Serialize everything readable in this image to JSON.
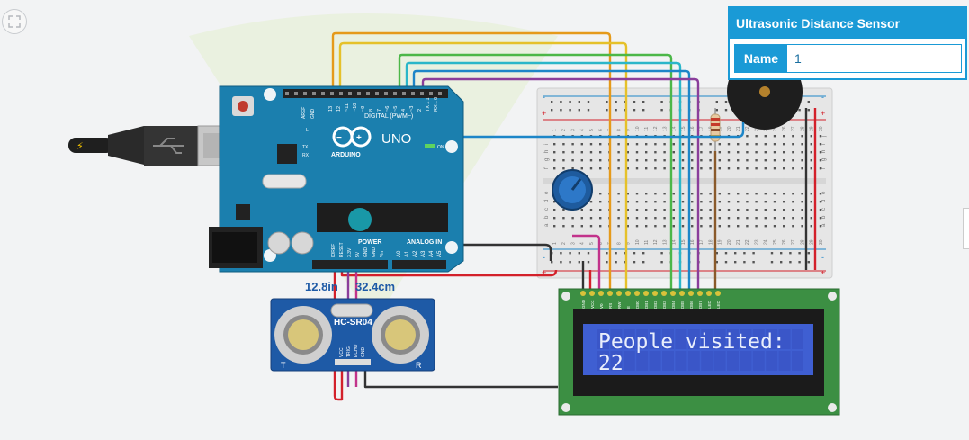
{
  "app": {
    "title": "Tinkercad Circuits"
  },
  "inspector": {
    "title": "Ultrasonic Distance Sensor",
    "name_label": "Name",
    "name_value": "1"
  },
  "arduino": {
    "brand": "ARDUINO",
    "model": "UNO",
    "digital_label": "DIGITAL (PWM~)",
    "analog_label": "ANALOG IN",
    "power_label": "POWER",
    "on_label": "ON",
    "aref_label": "AREF",
    "gnd_label": "GND",
    "l_label": "L",
    "tx_label": "TX",
    "rx_label": "RX",
    "digital_pins": [
      "13",
      "12",
      "~11",
      "~10",
      "~9",
      "8",
      "7",
      "~6",
      "~5",
      "4",
      "~3",
      "2",
      "TX→1",
      "RX←0"
    ],
    "power_pins": [
      "IOREF",
      "RESET",
      "3.3V",
      "5V",
      "GND",
      "GND",
      "Vin"
    ],
    "analog_pins": [
      "A0",
      "A1",
      "A2",
      "A3",
      "A4",
      "A5"
    ]
  },
  "sensor": {
    "model": "HC-SR04",
    "reading_in": "12.8in",
    "reading_cm": "32.4cm",
    "t_label": "T",
    "r_label": "R",
    "pin_labels": [
      "VCC",
      "TRIG",
      "ECHO",
      "GND"
    ]
  },
  "lcd": {
    "line1": "People visited:",
    "line2": "22",
    "pin_labels": [
      "GND",
      "VCC",
      "V0",
      "RS",
      "RW",
      "E",
      "DB0",
      "DB1",
      "DB2",
      "DB3",
      "DB4",
      "DB5",
      "DB6",
      "DB7",
      "LED",
      "LED"
    ]
  },
  "breadboard": {
    "col_numbers": [
      "1",
      "2",
      "3",
      "4",
      "5",
      "6",
      "7",
      "8",
      "9",
      "10",
      "11",
      "12",
      "13",
      "14",
      "15",
      "16",
      "17",
      "18",
      "19",
      "20",
      "21",
      "22",
      "23",
      "24",
      "25",
      "26",
      "27",
      "28",
      "29",
      "30"
    ],
    "row_letters_top": [
      "j",
      "i",
      "h",
      "g",
      "f"
    ],
    "row_letters_bottom": [
      "e",
      "d",
      "c",
      "b",
      "a"
    ]
  },
  "colors": {
    "arduino_blue": "#1b7fae",
    "panel_blue": "#1a9ad6",
    "lcd_green": "#3c8f43",
    "lcd_screen": "#3f5fd2",
    "wire_red": "#d3202a",
    "wire_orange": "#e59a1b",
    "wire_yellow": "#e5c12a",
    "wire_green": "#4cb748",
    "wire_cyan": "#2bb6c9",
    "wire_blue": "#1d86c8",
    "wire_purple": "#8a3e9b",
    "wire_magenta": "#c2338b",
    "wire_black": "#333333",
    "wire_brown": "#8a5a2b"
  }
}
